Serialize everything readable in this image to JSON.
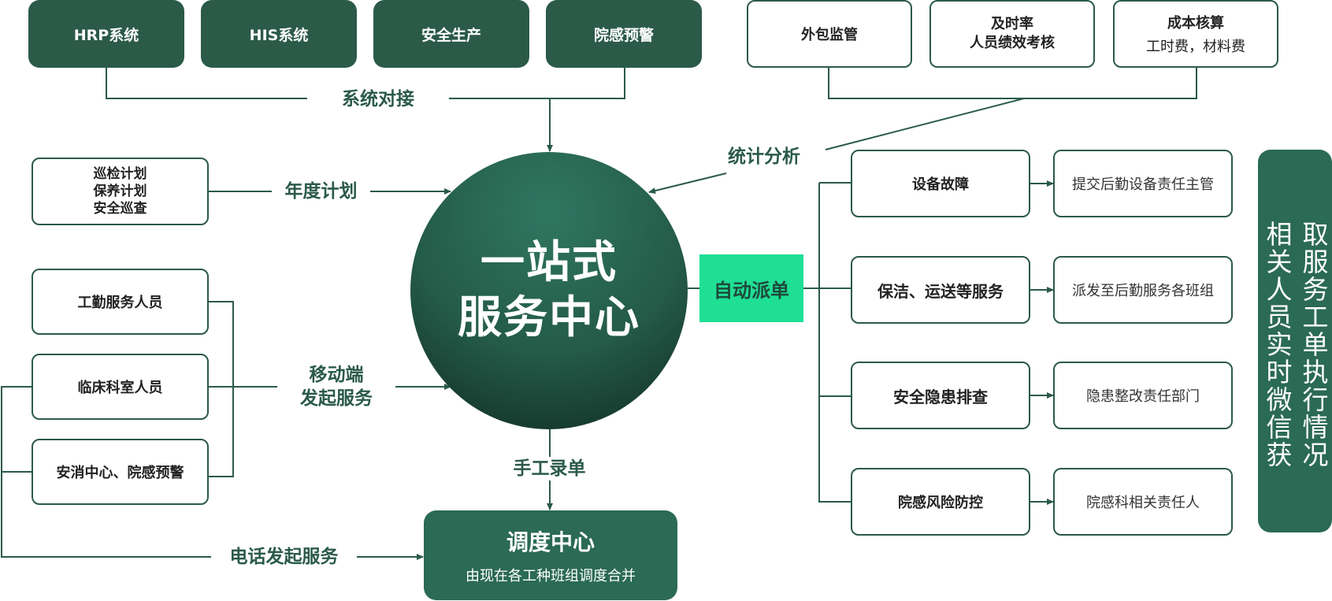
{
  "top_left_systems": [
    "HRP系统",
    "HIS系统",
    "安全生产",
    "院感预警"
  ],
  "top_right_boxes": [
    {
      "title": "外包监管",
      "sub": ""
    },
    {
      "title": "及时率\n人员绩效考核",
      "sub": ""
    },
    {
      "title": "成本核算",
      "sub": "工时费，材料费"
    }
  ],
  "labels": {
    "system_link": "系统对接",
    "stats": "统计分析",
    "annual_plan": "年度计划",
    "mobile": "移动端\n发起服务",
    "manual": "手工录单",
    "phone": "电话发起服务"
  },
  "left_plan_box": "巡检计划\n保养计划\n安全巡查",
  "left_people": [
    "工勤服务人员",
    "临床科室人员",
    "安消中心、院感预警"
  ],
  "center": {
    "line1": "一站式",
    "line2": "服务中心"
  },
  "auto_dispatch": "自动派单",
  "dispatch_center": {
    "title": "调度中心",
    "sub": "由现在各工种班组调度合并"
  },
  "categories": [
    "设备故障",
    "保洁、运送等服务",
    "安全隐患排查",
    "院感风险防控"
  ],
  "targets": [
    "提交后勤设备责任主管",
    "派发至后勤服务各班组",
    "隐患整改责任部门",
    "院感科相关责任人"
  ],
  "side_note": {
    "col1": "取服务工单执行情况",
    "col2": "相关人员实时微信获"
  },
  "colors": {
    "dark_green": "#2b5a49",
    "mint": "#1fdf95",
    "white": "#ffffff"
  }
}
